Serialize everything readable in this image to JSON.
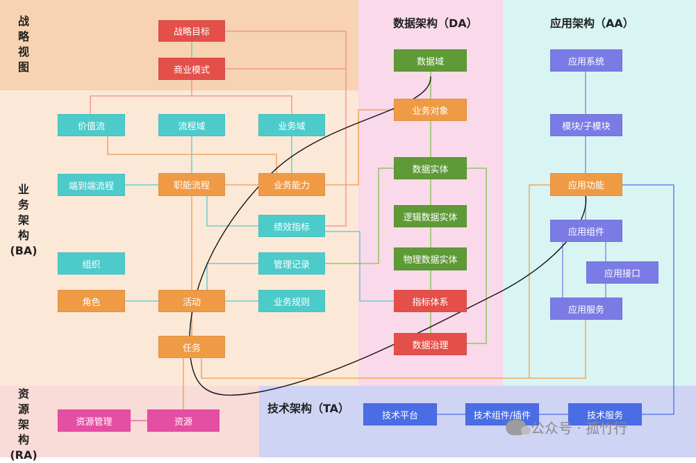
{
  "zones": {
    "strategy": "战\n略\n视\n图",
    "business": "业\n务\n架\n构\n(BA)",
    "resource": "资\n源\n架\n构\n(RA)",
    "data": "数据架构（DA）",
    "application": "应用架构（AA）",
    "technology": "技术架构（TA）"
  },
  "boxes": {
    "strategic_goal": "战略目标",
    "business_model": "商业模式",
    "value_stream": "价值流",
    "process_domain": "流程域",
    "business_domain": "业务域",
    "e2e_process": "端到端流程",
    "functional_process": "职能流程",
    "business_capability": "业务能力",
    "performance_indicator": "绩效指标",
    "management_record": "管理记录",
    "organization": "组织",
    "role": "角色",
    "activity": "活动",
    "business_rule": "业务规则",
    "task": "任务",
    "resource_management": "资源管理",
    "resource": "资源",
    "data_domain": "数据域",
    "business_object": "业务对象",
    "data_entity": "数据实体",
    "logical_entity": "逻辑数据实体",
    "physical_entity": "物理数据实体",
    "indicator_system": "指标体系",
    "data_governance": "数据治理",
    "app_system": "应用系统",
    "module": "模块/子模块",
    "app_function": "应用功能",
    "app_component": "应用组件",
    "app_interface": "应用接口",
    "app_service": "应用服务",
    "tech_platform": "技术平台",
    "tech_component": "技术组件/插件",
    "tech_service": "技术服务"
  },
  "watermark": "公众号 · 孤竹行",
  "colors": {
    "strategy_bg": "#f7d3b2",
    "business_bg": "#fce8d7",
    "resource_bg": "#f9dbd8",
    "data_bg": "#f9d9ea",
    "application_bg": "#d9f5f3",
    "technology_bg": "#cfd4f5",
    "red": "#e54f4a",
    "teal": "#4dcbcb",
    "orange": "#ef9a45",
    "green": "#5e9a36",
    "purple": "#7b7be6",
    "blue": "#4a6de5",
    "pink": "#e54fa3"
  }
}
